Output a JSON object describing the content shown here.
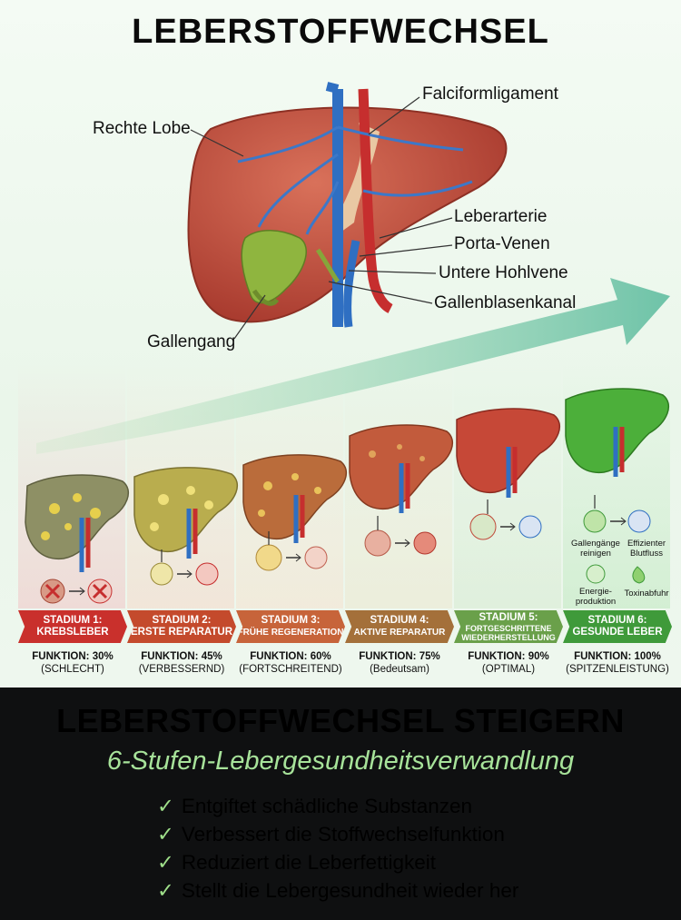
{
  "title": "LEBERSTOFFWECHSEL",
  "anatomy_labels": {
    "rechte_lobe": "Rechte Lobe",
    "falciform": "Falciformligament",
    "leberarterie": "Leberarterie",
    "porta_venen": "Porta-Venen",
    "untere_hohlvene": "Untere Hohlvene",
    "gallenblasenkanal": "Gallenblasenkanal",
    "gallengang": "Gallengang"
  },
  "stages": [
    {
      "line1": "STADIUM 1:",
      "line2": "KREBSLEBER",
      "func": "FUNKTION: 30%",
      "note": "(SCHLECHT)",
      "color": "#c9302c",
      "liver": "#8a8f6a",
      "health": 0.3
    },
    {
      "line1": "STADIUM 2:",
      "line2": "ERSTE REPARATUR",
      "func": "FUNKTION: 45%",
      "note": "(VERBESSERND)",
      "color": "#c44a2c",
      "liver": "#b6a84a",
      "health": 0.45
    },
    {
      "line1": "STADIUM 3:",
      "line2": "FRÜHE REGENERATION",
      "func": "FUNKTION: 60%",
      "note": "(FORTSCHREITEND)",
      "color": "#c7643a",
      "liver": "#b86a3a",
      "health": 0.6
    },
    {
      "line1": "STADIUM 4:",
      "line2": "AKTIVE REPARATUR",
      "func": "FUNKTION: 75%",
      "note": "(Bedeutsam)",
      "color": "#a4703a",
      "liver": "#c05a3c",
      "health": 0.75
    },
    {
      "line1": "STADIUM 5:",
      "line2": "FORTGESCHRITTENE WIEDERHERSTELLUNG",
      "func": "FUNKTION: 90%",
      "note": "(OPTIMAL)",
      "color": "#6aa04a",
      "liver": "#c44a38",
      "health": 0.9
    },
    {
      "line1": "STADIUM 6:",
      "line2": "GESUNDE LEBER",
      "func": "FUNKTION: 100%",
      "note": "(SPITZENLEISTUNG)",
      "color": "#3f9a3a",
      "liver": "#4caf3a",
      "health": 1.0
    }
  ],
  "stage6_notes": {
    "gallengaenge": "Gallengänge reinigen",
    "blutfluss": "Effizienter Blutfluss",
    "energie": "Energie-produktion",
    "toxin": "Toxinabfuhr"
  },
  "bottom": {
    "headline": "LEBERSTOFFWECHSEL STEIGERN",
    "subtitle": "6-Stufen-Lebergesundheitsverwandlung",
    "check": "✓",
    "benefits": [
      "Entgiftet schädliche Substanzen",
      "Verbessert die Stoffwechselfunktion",
      "Reduziert die Leberfettigkeit",
      "Stellt die Lebergesundheit wieder her"
    ]
  }
}
